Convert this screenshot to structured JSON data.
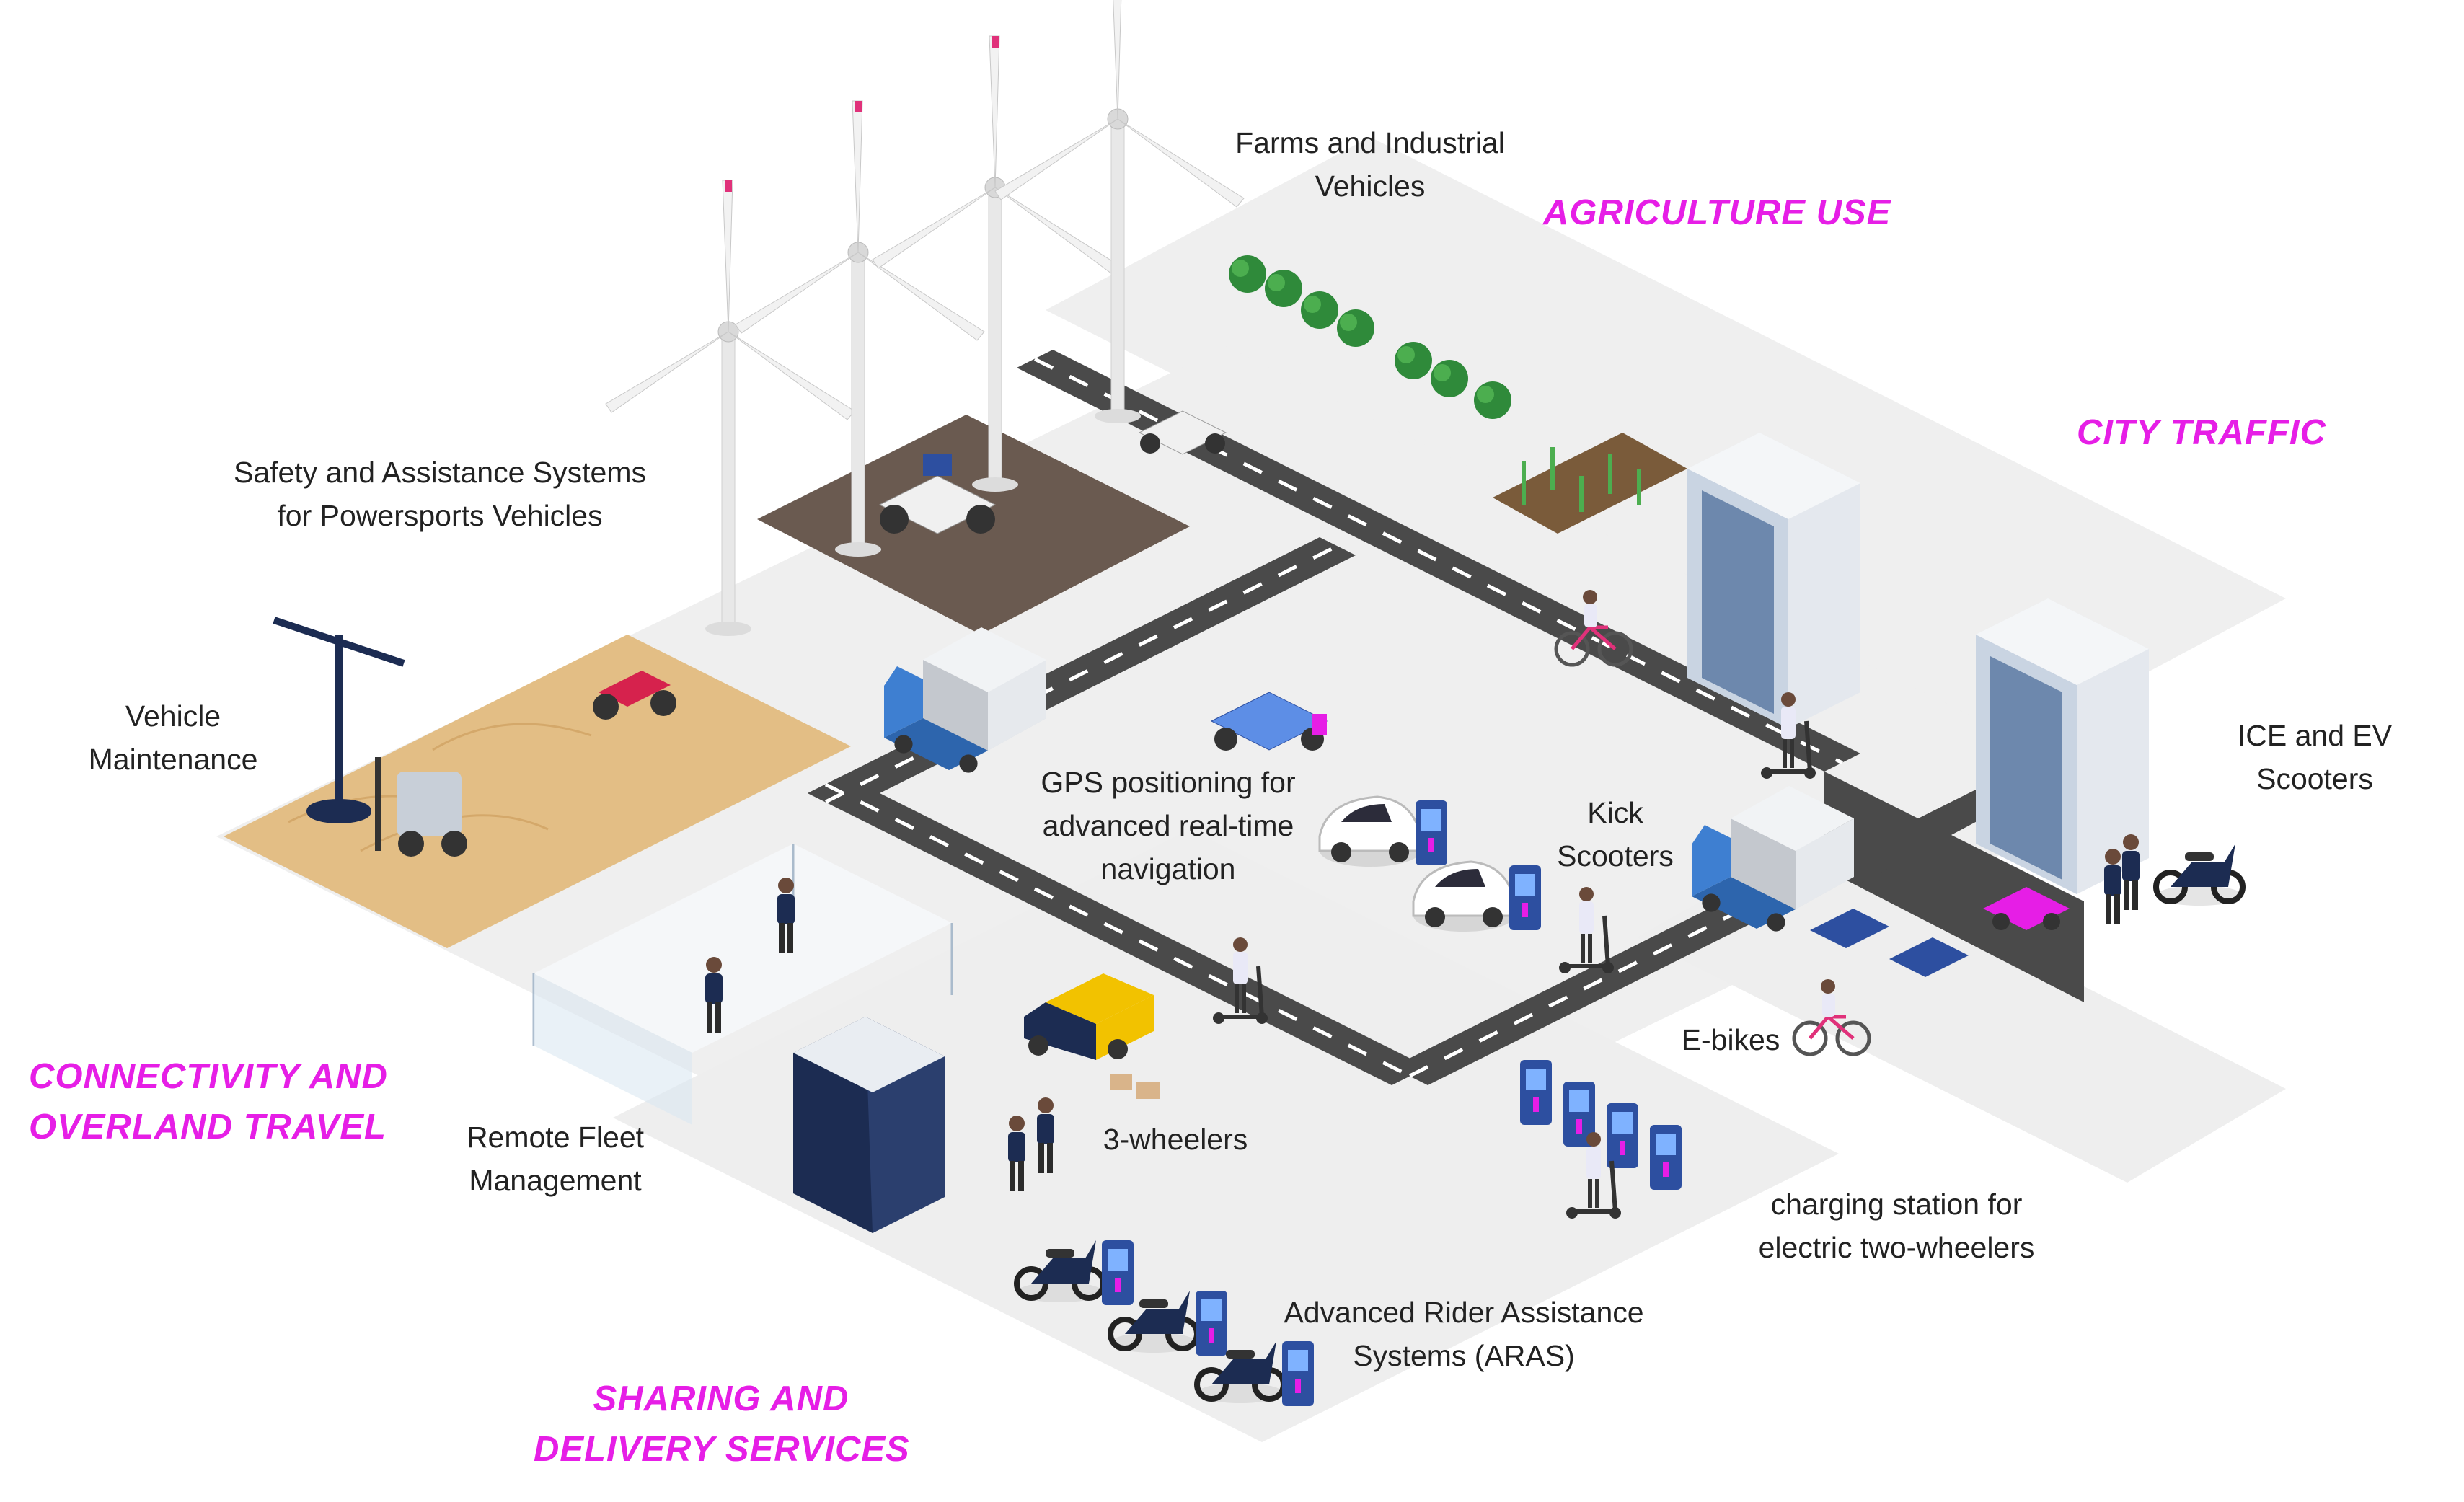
{
  "colors": {
    "accent": "#E61EE6",
    "text": "#222222",
    "road": "#4A4A4A",
    "ground": "#EFEFEF",
    "sand": "#E3BE85",
    "soil": "#6A5A50",
    "vehicle_blue": "#3E7FD1",
    "building": "#E4E8EE",
    "navy": "#1C2C52"
  },
  "sectors": {
    "agriculture": "AGRICULTURE USE",
    "city": "CITY TRAFFIC",
    "connectivity": [
      "CONNECTIVITY AND",
      "OVERLAND TRAVEL"
    ],
    "sharing": [
      "SHARING AND",
      "DELIVERY SERVICES"
    ]
  },
  "labels": {
    "farms": [
      "Farms and Industrial",
      "Vehicles"
    ],
    "safety": [
      "Safety and Assistance Systems",
      "for Powersports Vehicles"
    ],
    "maintenance": [
      "Vehicle",
      "Maintenance"
    ],
    "gps": [
      "GPS positioning for",
      "advanced real-time",
      "navigation"
    ],
    "kick": [
      "Kick",
      "Scooters"
    ],
    "ice": [
      "ICE and EV",
      "Scooters"
    ],
    "ebikes": "E-bikes",
    "fleet": [
      "Remote Fleet",
      "Management"
    ],
    "wheelers": "3-wheelers",
    "charging": [
      "charging station for",
      "electric two-wheelers"
    ],
    "aras": [
      "Advanced Rider Assistance",
      "Systems (ARAS)"
    ]
  },
  "icons": [
    "wind-turbine-icon",
    "tractor-icon",
    "atv-icon",
    "crane-icon",
    "forklift-icon",
    "truck-icon",
    "rover-icon",
    "electric-car-icon",
    "charger-icon",
    "kick-scooter-icon",
    "bicycle-icon",
    "tuk-tuk-icon",
    "motorcycle-icon",
    "office-building-icon",
    "person-icon"
  ]
}
